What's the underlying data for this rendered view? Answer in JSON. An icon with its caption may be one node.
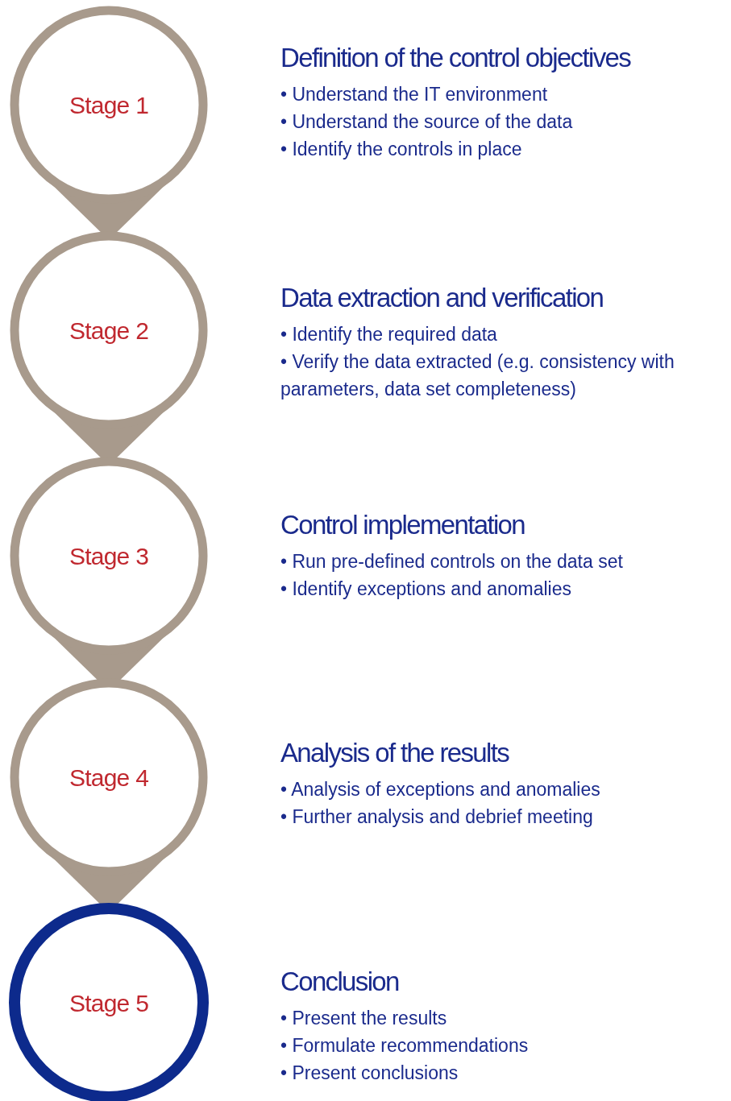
{
  "diagram": {
    "nodes": [
      {
        "text": [
          "Stage 1"
        ],
        "beside": [
          "Definition of the control objectives",
          "• Understand the IT environment",
          "• Understand the source of the data",
          "• Identify the controls in place"
        ]
      },
      {
        "text": [
          "Stage 2"
        ],
        "beside": [
          "Data extraction and verification",
          "• Identify the required data",
          "• Verify the data extracted (e.g. consistency with parameters, data set completeness)"
        ]
      },
      {
        "text": [
          "Stage 3"
        ],
        "beside": [
          "Control implementation",
          "• Run pre-defined controls on the data set",
          "• Identify exceptions and anomalies"
        ]
      },
      {
        "text": [
          "Stage 4"
        ],
        "beside": [
          "Analysis of the results",
          "• Analysis of exceptions and anomalies",
          "• Further analysis and debrief meeting"
        ]
      },
      {
        "text": [
          "Stage 5"
        ],
        "beside": [
          "Conclusion",
          "• Present the results",
          "• Formulate recommendations",
          "• Present conclusions"
        ]
      }
    ]
  }
}
